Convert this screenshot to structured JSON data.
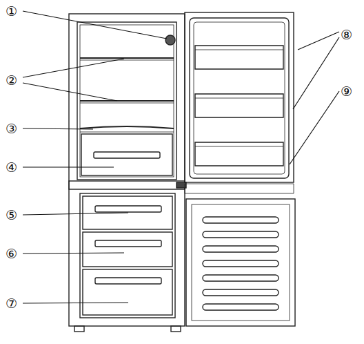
{
  "diagram": {
    "labels": [
      "①",
      "②",
      "③",
      "④",
      "⑤",
      "⑥",
      "⑦",
      "⑧",
      "⑨"
    ]
  }
}
